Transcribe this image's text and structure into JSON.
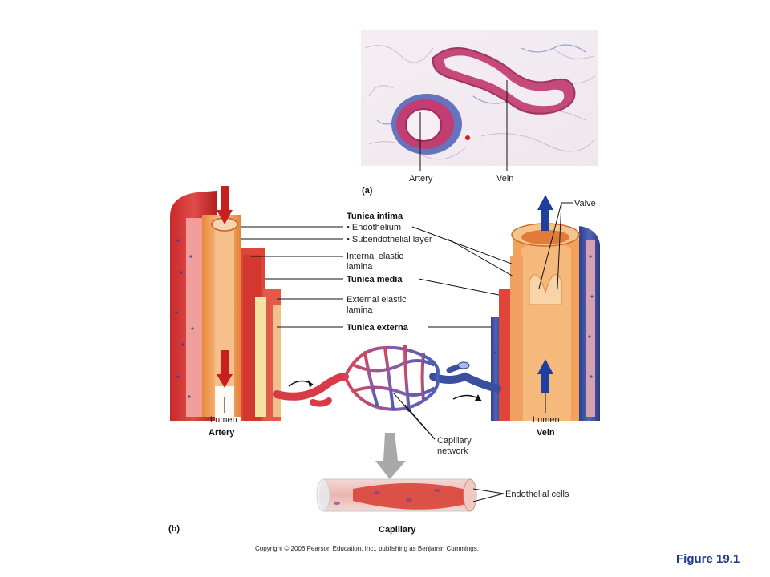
{
  "panel_a": {
    "panel_label": "(a)",
    "artery_label": "Artery",
    "vein_label": "Vein"
  },
  "panel_b": {
    "panel_label": "(b)",
    "labels": {
      "tunica_intima": "Tunica intima",
      "endothelium": "• Endothelium",
      "subendothelial": "• Subendothelial layer",
      "internal_elastic_1": "Internal elastic",
      "internal_elastic_2": "lamina",
      "tunica_media": "Tunica media",
      "external_elastic_1": "External elastic",
      "external_elastic_2": "lamina",
      "tunica_externa": "Tunica externa",
      "valve": "Valve",
      "lumen_artery": "Lumen",
      "artery_title": "Artery",
      "lumen_vein": "Lumen",
      "vein_title": "Vein",
      "capillary_network_1": "Capillary",
      "capillary_network_2": "network",
      "endothelial_cells": "Endothelial cells",
      "capillary_title": "Capillary"
    }
  },
  "footer": {
    "copyright": "Copyright © 2006 Pearson Education, Inc., publishing as Benjamin Cummings.",
    "figure_label": "Figure 19.1"
  },
  "colors": {
    "artery_red": "#d93a3a",
    "artery_dark": "#b52525",
    "vein_blue": "#3b4fa0",
    "media_orange": "#f2a25a",
    "lumen_orange": "#f4b57a",
    "capillary_purple": "#8a5aa8",
    "arrow_red": "#c8201e",
    "arrow_blue": "#1f3fa0",
    "figure_blue": "#1f3a8f"
  }
}
